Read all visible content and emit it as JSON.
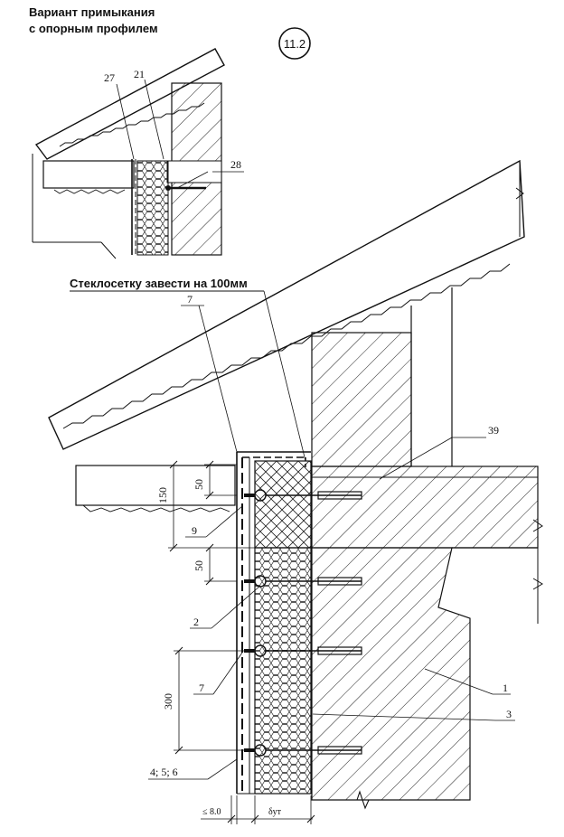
{
  "title": {
    "line1": "Вариант примыкания",
    "line2": "с опорным профилем"
  },
  "sheet_number": "11.2",
  "note": "Стеклосетку завести на 100мм",
  "detail_labels": {
    "c27": "27",
    "c21": "21",
    "c28": "28"
  },
  "callouts": {
    "c7_top": "7",
    "c39": "39",
    "c9": "9",
    "c2": "2",
    "c7_side": "7",
    "c1": "1",
    "c3": "3",
    "c4_5_6": "4; 5; 6"
  },
  "dimensions": {
    "d50_top": "50",
    "d150": "150",
    "d50_mid": "50",
    "d300": "300",
    "d_le8": "≤ 8.0",
    "d_dut": "δут"
  }
}
